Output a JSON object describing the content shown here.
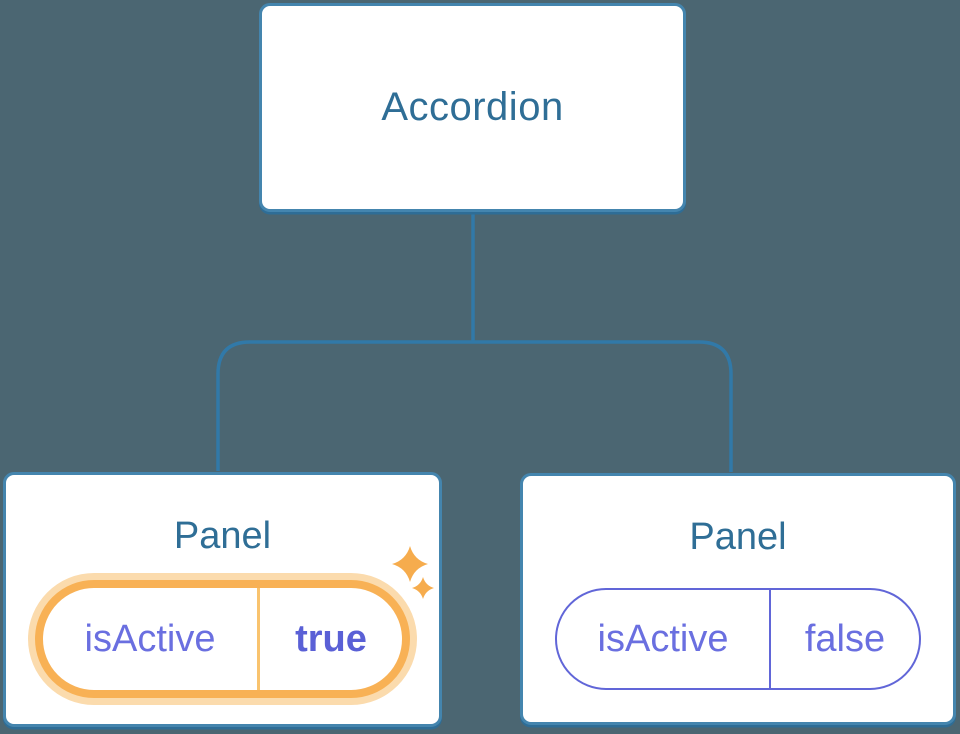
{
  "diagram": {
    "root_node": {
      "label": "Accordion"
    },
    "panels": [
      {
        "title": "Panel",
        "state": {
          "name": "isActive",
          "value": "true"
        },
        "highlighted": true
      },
      {
        "title": "Panel",
        "state": {
          "name": "isActive",
          "value": "false"
        },
        "highlighted": false
      }
    ],
    "icons": [
      {
        "name": "sparkle-icon",
        "glyph": "✦"
      }
    ],
    "colors": {
      "background": "#4b6672",
      "node_fill": "#ffffff",
      "node_border": "#4485ae",
      "connector": "#3179a8",
      "node_label": "#2f6e96",
      "state_text": "#6a6fe0",
      "state_value_active": "#5a60d6",
      "state_pill_border": "#6166d8",
      "highlight_ring": "#f8b155",
      "highlight_halo": "#fbdbad",
      "highlight_divider": "#f9c36e",
      "sparkle": "#f6ac4d"
    }
  }
}
